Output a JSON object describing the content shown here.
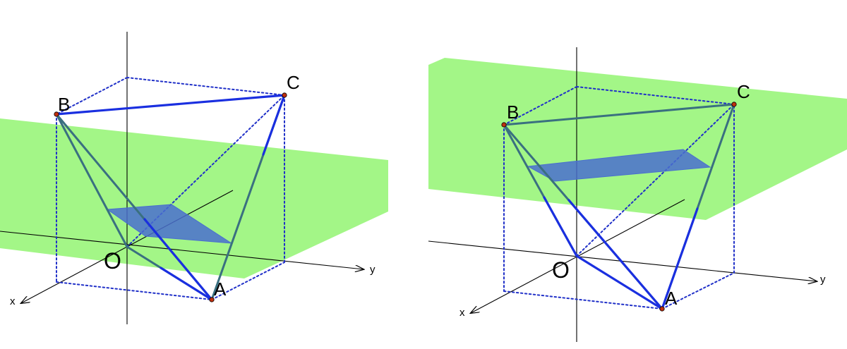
{
  "panels": [
    {
      "id": "left",
      "labels": {
        "B": "B",
        "C": "C",
        "O": "O",
        "A": "A",
        "x_axis": "x",
        "y_axis": "y"
      }
    },
    {
      "id": "right",
      "labels": {
        "B": "B",
        "C": "C",
        "O": "O",
        "A": "A",
        "x_axis": "x",
        "y_axis": "y"
      }
    }
  ],
  "colors": {
    "plane": "#99f57a",
    "section": "#4a6fcf",
    "edge_front": "#1a2fe0",
    "edge_behind": "#3a7080",
    "box_dotted": "#2030c8",
    "axis": "#000000",
    "label_O_left": "#3a6a20",
    "point": "#c03010"
  }
}
